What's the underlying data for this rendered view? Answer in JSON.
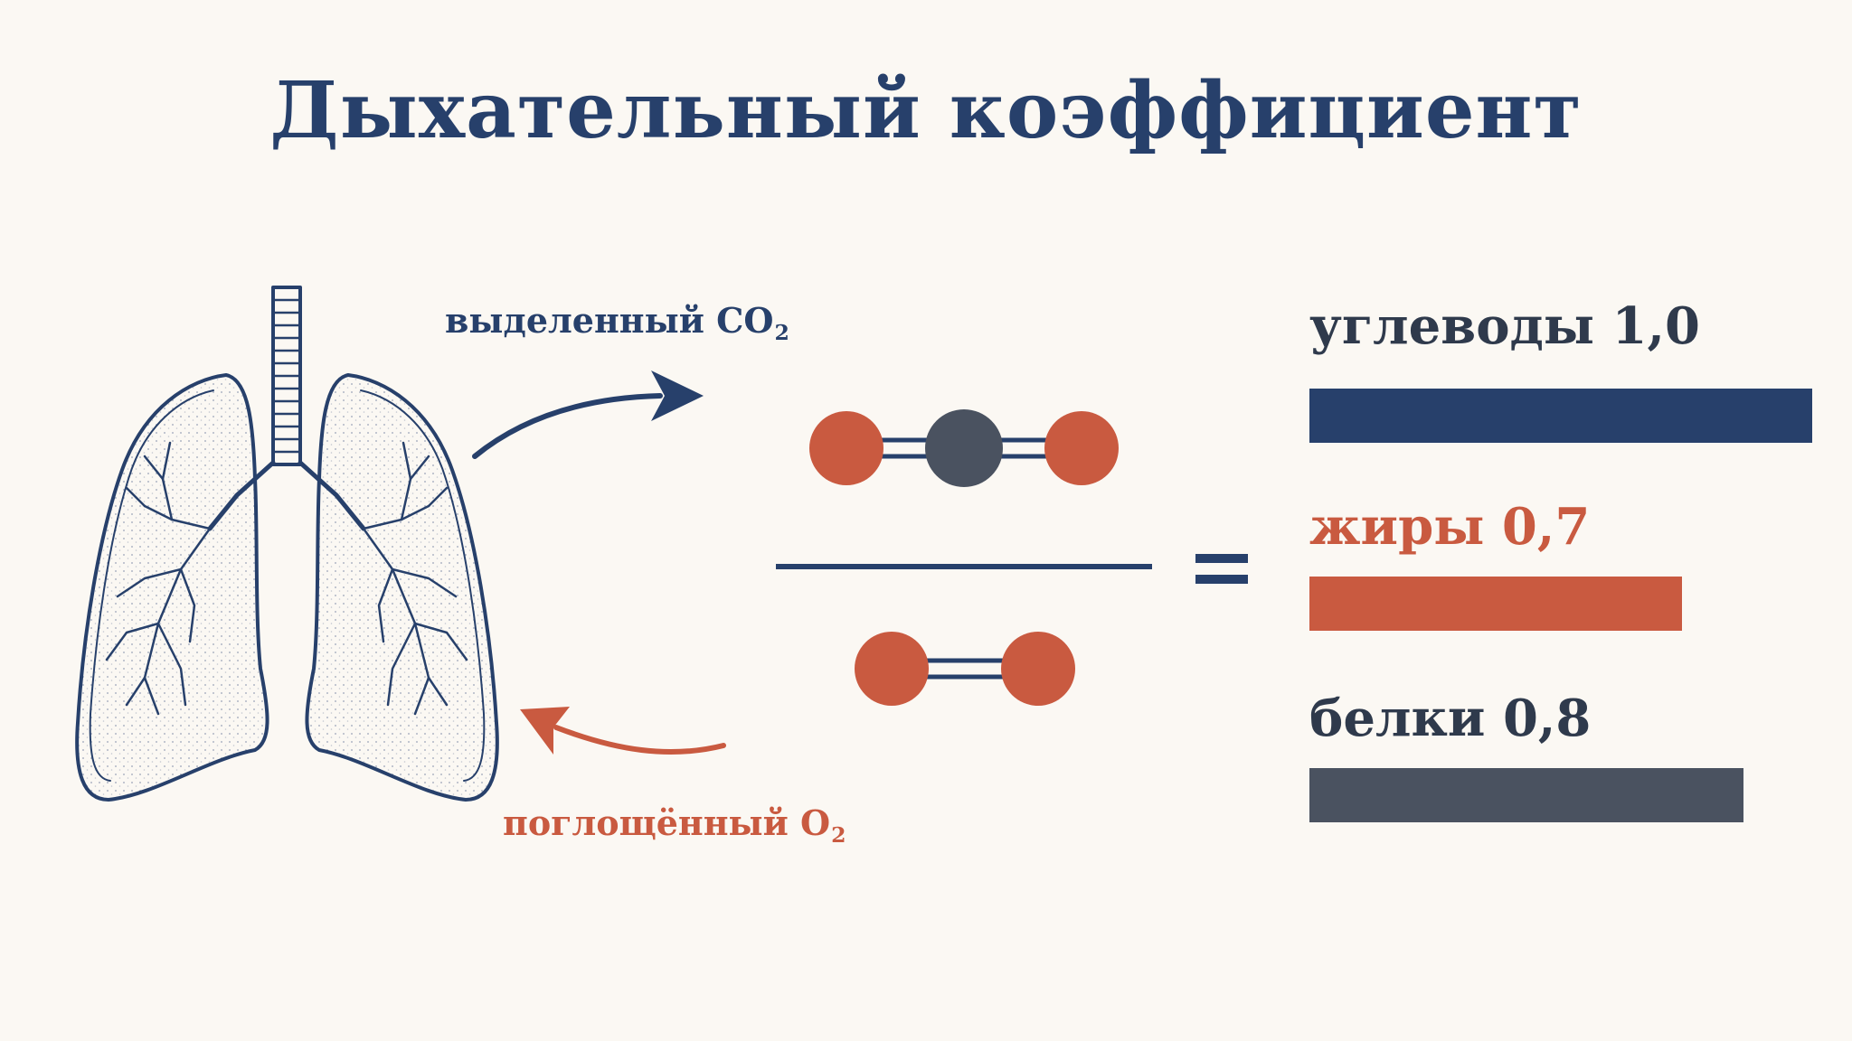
{
  "title": "Дыхательный коэффициент",
  "arrows": {
    "co2_text": "выделенный CO",
    "co2_sub": "2",
    "o2_text": "поглощённый O",
    "o2_sub": "2"
  },
  "equation": {
    "sign": "="
  },
  "chart_data": {
    "type": "bar",
    "categories": [
      "углеводы",
      "жиры",
      "белки"
    ],
    "values": [
      1.0,
      0.7,
      0.8
    ],
    "labels": [
      "углеводы 1,0",
      "жиры 0,7",
      "белки 0,8"
    ],
    "colors": [
      "#27406b",
      "#c95a40",
      "#4a5260"
    ]
  },
  "colors": {
    "navy": "#27406b",
    "rust": "#c95a40",
    "slate": "#4a5260",
    "background": "#fbf8f3"
  },
  "icons": [
    "lungs-icon",
    "co2-molecule-icon",
    "o2-molecule-icon",
    "curved-arrow-icon"
  ]
}
